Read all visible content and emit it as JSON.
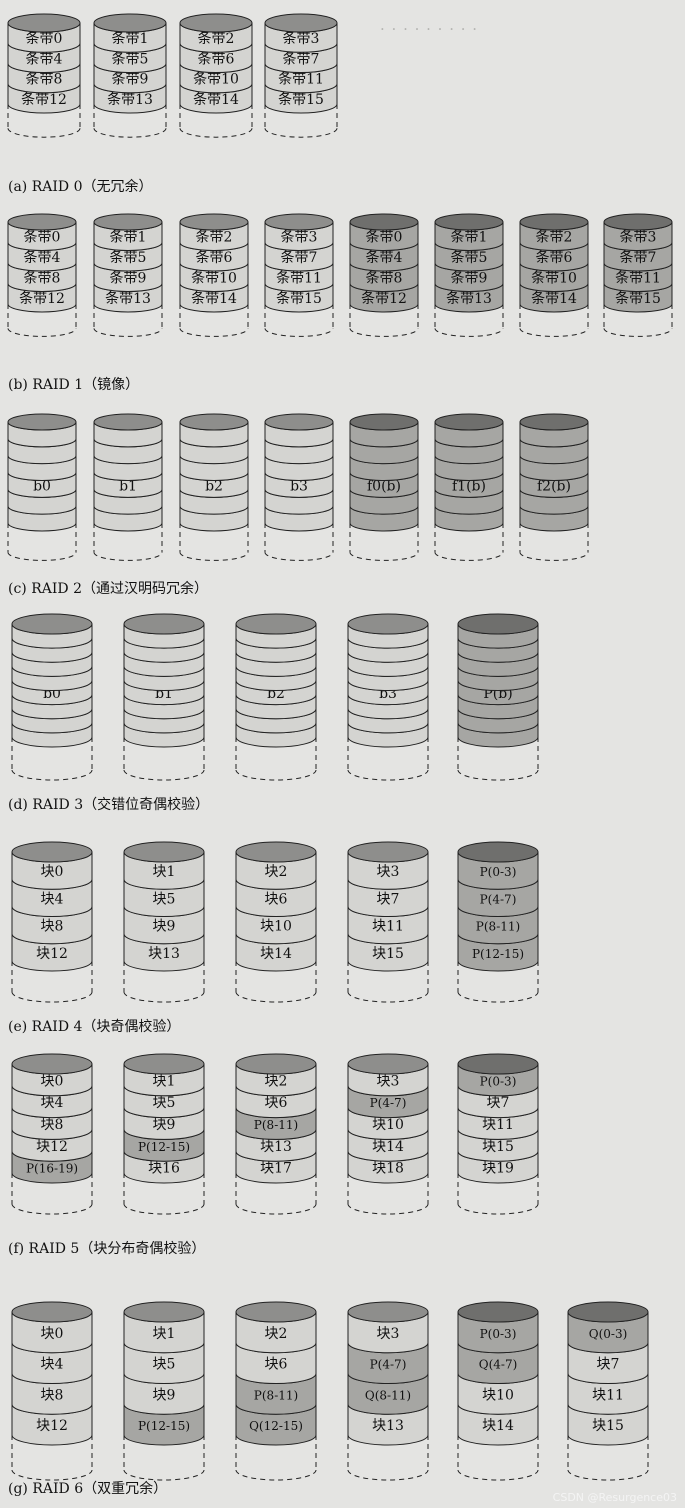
{
  "panels": [
    {
      "id": "raid0",
      "caption": "(a)  RAID 0（无冗余）",
      "rows": [
        {
          "w": 72,
          "h": 116,
          "n": 4,
          "x": [
            8,
            94,
            180,
            265
          ],
          "disks": [
            {
              "cells": [
                "条带0",
                "条带4",
                "条带8",
                "条带12"
              ],
              "shade": [
                "l",
                "l",
                "l",
                "l"
              ]
            },
            {
              "cells": [
                "条带1",
                "条带5",
                "条带9",
                "条带13"
              ],
              "shade": [
                "l",
                "l",
                "l",
                "l"
              ]
            },
            {
              "cells": [
                "条带2",
                "条带6",
                "条带10",
                "条带14"
              ],
              "shade": [
                "l",
                "l",
                "l",
                "l"
              ]
            },
            {
              "cells": [
                "条带3",
                "条带7",
                "条带11",
                "条带15"
              ],
              "shade": [
                "l",
                "l",
                "l",
                "l"
              ]
            }
          ]
        }
      ]
    },
    {
      "id": "raid1",
      "caption": "(b)  RAID 1（镜像）",
      "rows": [
        {
          "w": 68,
          "h": 116,
          "n": 4,
          "x": [
            8,
            94,
            180,
            265,
            350,
            435,
            520,
            604
          ],
          "disks": [
            {
              "cells": [
                "条带0",
                "条带4",
                "条带8",
                "条带12"
              ],
              "shade": [
                "l",
                "l",
                "l",
                "l"
              ]
            },
            {
              "cells": [
                "条带1",
                "条带5",
                "条带9",
                "条带13"
              ],
              "shade": [
                "l",
                "l",
                "l",
                "l"
              ]
            },
            {
              "cells": [
                "条带2",
                "条带6",
                "条带10",
                "条带14"
              ],
              "shade": [
                "l",
                "l",
                "l",
                "l"
              ]
            },
            {
              "cells": [
                "条带3",
                "条带7",
                "条带11",
                "条带15"
              ],
              "shade": [
                "l",
                "l",
                "l",
                "l"
              ]
            },
            {
              "cells": [
                "条带0",
                "条带4",
                "条带8",
                "条带12"
              ],
              "shade": [
                "d",
                "d",
                "d",
                "d"
              ]
            },
            {
              "cells": [
                "条带1",
                "条带5",
                "条带9",
                "条带13"
              ],
              "shade": [
                "d",
                "d",
                "d",
                "d"
              ]
            },
            {
              "cells": [
                "条带2",
                "条带6",
                "条带10",
                "条带14"
              ],
              "shade": [
                "d",
                "d",
                "d",
                "d"
              ]
            },
            {
              "cells": [
                "条带3",
                "条带7",
                "条带11",
                "条带15"
              ],
              "shade": [
                "d",
                "d",
                "d",
                "d"
              ]
            }
          ]
        }
      ]
    },
    {
      "id": "raid2",
      "caption": "(c)  RAID 2（通过汉明码冗余）",
      "rows": [
        {
          "w": 68,
          "h": 140,
          "n": 6,
          "x": [
            8,
            94,
            180,
            265,
            350,
            435,
            520
          ],
          "disks": [
            {
              "cells": [
                "",
                "",
                "",
                "b0",
                "",
                ""
              ],
              "shade": [
                "l",
                "l",
                "l",
                "l",
                "l",
                "l"
              ]
            },
            {
              "cells": [
                "",
                "",
                "",
                "b1",
                "",
                ""
              ],
              "shade": [
                "l",
                "l",
                "l",
                "l",
                "l",
                "l"
              ]
            },
            {
              "cells": [
                "",
                "",
                "",
                "b2",
                "",
                ""
              ],
              "shade": [
                "l",
                "l",
                "l",
                "l",
                "l",
                "l"
              ]
            },
            {
              "cells": [
                "",
                "",
                "",
                "b3",
                "",
                ""
              ],
              "shade": [
                "l",
                "l",
                "l",
                "l",
                "l",
                "l"
              ]
            },
            {
              "cells": [
                "",
                "",
                "",
                "f0(b)",
                "",
                ""
              ],
              "shade": [
                "d",
                "d",
                "d",
                "d",
                "d",
                "d"
              ]
            },
            {
              "cells": [
                "",
                "",
                "",
                "f1(b)",
                "",
                ""
              ],
              "shade": [
                "d",
                "d",
                "d",
                "d",
                "d",
                "d"
              ]
            },
            {
              "cells": [
                "",
                "",
                "",
                "f2(b)",
                "",
                ""
              ],
              "shade": [
                "d",
                "d",
                "d",
                "d",
                "d",
                "d"
              ]
            }
          ]
        }
      ]
    },
    {
      "id": "raid3",
      "caption": "(d)  RAID 3（交错位奇偶校验）",
      "rows": [
        {
          "w": 80,
          "h": 158,
          "n": 8,
          "x": [
            12,
            124,
            236,
            348,
            458
          ],
          "disks": [
            {
              "cells": [
                "",
                "",
                "",
                "",
                "b0",
                "",
                "",
                ""
              ],
              "shade": [
                "l",
                "l",
                "l",
                "l",
                "l",
                "l",
                "l",
                "l"
              ]
            },
            {
              "cells": [
                "",
                "",
                "",
                "",
                "b1",
                "",
                "",
                ""
              ],
              "shade": [
                "l",
                "l",
                "l",
                "l",
                "l",
                "l",
                "l",
                "l"
              ]
            },
            {
              "cells": [
                "",
                "",
                "",
                "",
                "b2",
                "",
                "",
                ""
              ],
              "shade": [
                "l",
                "l",
                "l",
                "l",
                "l",
                "l",
                "l",
                "l"
              ]
            },
            {
              "cells": [
                "",
                "",
                "",
                "",
                "b3",
                "",
                "",
                ""
              ],
              "shade": [
                "l",
                "l",
                "l",
                "l",
                "l",
                "l",
                "l",
                "l"
              ]
            },
            {
              "cells": [
                "",
                "",
                "",
                "",
                "P(b)",
                "",
                "",
                ""
              ],
              "shade": [
                "d",
                "d",
                "d",
                "d",
                "d",
                "d",
                "d",
                "d"
              ]
            }
          ]
        }
      ]
    },
    {
      "id": "raid4",
      "caption": "(e)  RAID 4（块奇偶校验）",
      "rows": [
        {
          "w": 80,
          "h": 152,
          "n": 4,
          "x": [
            12,
            124,
            236,
            348,
            458
          ],
          "disks": [
            {
              "cells": [
                "块0",
                "块4",
                "块8",
                "块12"
              ],
              "shade": [
                "l",
                "l",
                "l",
                "l"
              ]
            },
            {
              "cells": [
                "块1",
                "块5",
                "块9",
                "块13"
              ],
              "shade": [
                "l",
                "l",
                "l",
                "l"
              ]
            },
            {
              "cells": [
                "块2",
                "块6",
                "块10",
                "块14"
              ],
              "shade": [
                "l",
                "l",
                "l",
                "l"
              ]
            },
            {
              "cells": [
                "块3",
                "块7",
                "块11",
                "块15"
              ],
              "shade": [
                "l",
                "l",
                "l",
                "l"
              ]
            },
            {
              "cells": [
                "P(0-3)",
                "P(4-7)",
                "P(8-11)",
                "P(12-15)"
              ],
              "shade": [
                "d",
                "d",
                "d",
                "d"
              ]
            }
          ]
        }
      ]
    },
    {
      "id": "raid5",
      "caption": "(f)  RAID 5（块分布奇偶校验）",
      "rows": [
        {
          "w": 80,
          "h": 152,
          "n": 5,
          "x": [
            12,
            124,
            236,
            348,
            458
          ],
          "disks": [
            {
              "cells": [
                "块0",
                "块4",
                "块8",
                "块12",
                "P(16-19)"
              ],
              "shade": [
                "l",
                "l",
                "l",
                "l",
                "d"
              ]
            },
            {
              "cells": [
                "块1",
                "块5",
                "块9",
                "P(12-15)",
                "块16"
              ],
              "shade": [
                "l",
                "l",
                "l",
                "d",
                "l"
              ]
            },
            {
              "cells": [
                "块2",
                "块6",
                "P(8-11)",
                "块13",
                "块17"
              ],
              "shade": [
                "l",
                "l",
                "d",
                "l",
                "l"
              ]
            },
            {
              "cells": [
                "块3",
                "P(4-7)",
                "块10",
                "块14",
                "块18"
              ],
              "shade": [
                "l",
                "d",
                "l",
                "l",
                "l"
              ]
            },
            {
              "cells": [
                "P(0-3)",
                "块7",
                "块11",
                "块15",
                "块19"
              ],
              "shade": [
                "d",
                "l",
                "l",
                "l",
                "l"
              ]
            }
          ]
        }
      ]
    },
    {
      "id": "raid6",
      "caption": "(g)  RAID 6（双重冗余）",
      "rows": [
        {
          "w": 80,
          "h": 170,
          "n": 4,
          "x": [
            12,
            124,
            236,
            348,
            458,
            568
          ],
          "disks": [
            {
              "cells": [
                "块0",
                "块4",
                "块8",
                "块12"
              ],
              "shade": [
                "l",
                "l",
                "l",
                "l"
              ]
            },
            {
              "cells": [
                "块1",
                "块5",
                "块9",
                "P(12-15)"
              ],
              "shade": [
                "l",
                "l",
                "l",
                "d"
              ]
            },
            {
              "cells": [
                "块2",
                "块6",
                "P(8-11)",
                "Q(12-15)"
              ],
              "shade": [
                "l",
                "l",
                "d",
                "d"
              ]
            },
            {
              "cells": [
                "块3",
                "P(4-7)",
                "Q(8-11)",
                "块13"
              ],
              "shade": [
                "l",
                "d",
                "d",
                "l"
              ]
            },
            {
              "cells": [
                "P(0-3)",
                "Q(4-7)",
                "块10",
                "块14"
              ],
              "shade": [
                "d",
                "d",
                "l",
                "l"
              ]
            },
            {
              "cells": [
                "Q(0-3)",
                "块7",
                "块11",
                "块15"
              ],
              "shade": [
                "d",
                "l",
                "l",
                "l"
              ]
            }
          ]
        }
      ]
    }
  ],
  "colors": {
    "light": "#d4d4d1",
    "dark": "#a6a6a3",
    "cap_light": "#8e8e8c",
    "cap_dark": "#6f6f6d",
    "stroke": "#222222",
    "paper": "#e4e4e2"
  },
  "watermark": "CSDN @Resurgence03"
}
